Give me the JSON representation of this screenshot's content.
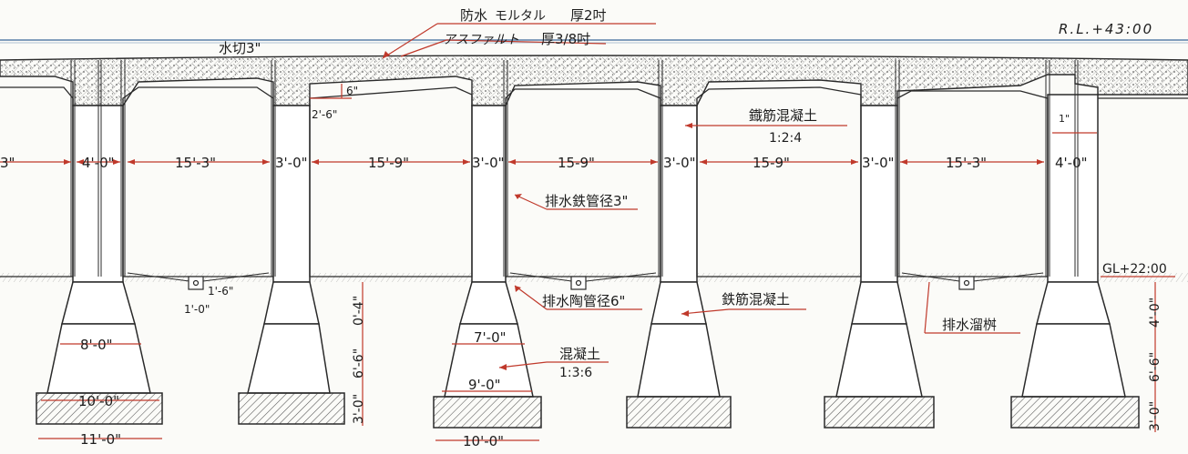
{
  "labels": {
    "rl": "R.L.+43:00",
    "gl": "GL+22:00",
    "waterproof_mortar": "防水",
    "mortar_bracket": "モルタル",
    "mortar_thickness": "厚2吋",
    "asphalt": "アスファルト",
    "asphalt_thickness": "厚3/8吋",
    "mizukiri": "水切3\"",
    "rc_deck_1": "鐡筋混凝土",
    "rc_deck_2": "1:2:4",
    "drain_iron": "排水鉄管径3\"",
    "drain_clay": "排水陶管径6\"",
    "rc_footing": "鉄筋混凝土",
    "concrete_1": "混凝土",
    "concrete_2": "1:3:6",
    "drain_sump": "排水溜桝",
    "haunch_v": "6\"",
    "haunch_h": "2'-6\"",
    "sump_w": "1'-6\"",
    "sump_depth": "1'-0\"",
    "small_gap": "1\"",
    "pier_top_h": "0'-4\"",
    "pier_mid_h": "6'-6\"",
    "footing_h": "3'-0\"",
    "right_h1": "4'-0\"",
    "right_h2": "6'-6\"",
    "right_h3": "3'-0\""
  },
  "spans": [
    {
      "text": "3\""
    },
    {
      "text": "4'-0\""
    },
    {
      "text": "15'-3\""
    },
    {
      "text": "3'-0\""
    },
    {
      "text": "15'-9\""
    },
    {
      "text": "3'-0\""
    },
    {
      "text": "15-9\""
    },
    {
      "text": "3'-0\""
    },
    {
      "text": "15-9\""
    },
    {
      "text": "3'-0\""
    },
    {
      "text": "15'-3\""
    },
    {
      "text": "4'-0\""
    }
  ],
  "footing_dims": [
    {
      "text": "8'-0\""
    },
    {
      "text": "10'-0\""
    },
    {
      "text": "11'-0\""
    },
    {
      "text": "7'-0\""
    },
    {
      "text": "9'-0\""
    },
    {
      "text": "10'-0\""
    }
  ],
  "colors": {
    "ink": "#2a2a2a",
    "red": "#c0392b",
    "water": "#5a7fa8",
    "paper": "#fbfbf8"
  }
}
